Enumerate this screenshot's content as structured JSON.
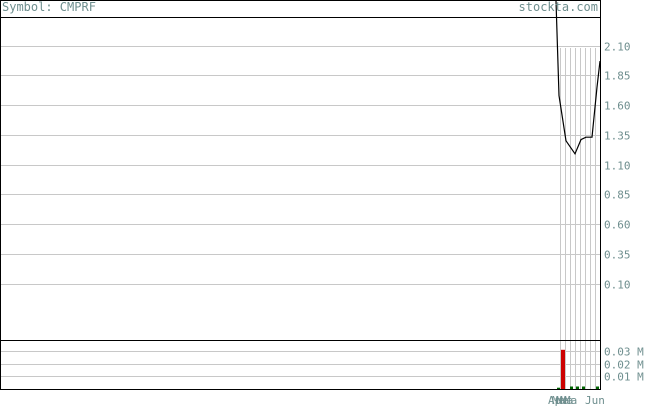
{
  "header": {
    "symbol_label": "Symbol: CMPRF",
    "site": "stockta.com"
  },
  "chart_data": [
    {
      "type": "line",
      "y_ticks": [
        2.1,
        1.85,
        1.6,
        1.35,
        1.1,
        0.85,
        0.6,
        0.35,
        0.1
      ],
      "y_tick_labels": [
        "2.10",
        "1.85",
        "1.60",
        "1.35",
        "1.10",
        "0.85",
        "0.60",
        "0.35",
        "0.10"
      ],
      "ylim": [
        -0.375,
        2.475
      ],
      "x_tick_labels": [
        "Ap",
        "Ma",
        "Ma",
        "Ma",
        "Ma",
        "Jun"
      ],
      "grid": true,
      "series": [
        {
          "values": [
            2.48,
            1.68,
            1.3,
            1.19,
            1.31,
            1.33,
            1.33,
            1.75,
            1.97
          ],
          "color": "#000000"
        }
      ]
    },
    {
      "type": "bar",
      "y_ticks": [
        0.03,
        0.02,
        0.01
      ],
      "y_tick_labels": [
        "0.03 M",
        "0.02 M",
        "0.01 M"
      ],
      "ylim": [
        0,
        0.038
      ],
      "grid": true,
      "series": [
        {
          "values": [
            0.001,
            0.031,
            0.002,
            0.002,
            0.002,
            0.002
          ],
          "color": "#cc0000"
        }
      ]
    }
  ],
  "colors": {
    "price_line": "#000000",
    "volume_bar": "#cc0000",
    "volume_bar_small": "#006400",
    "grid": "#c8c8c8",
    "labels": "#6f8f8f",
    "frame": "#000000"
  }
}
